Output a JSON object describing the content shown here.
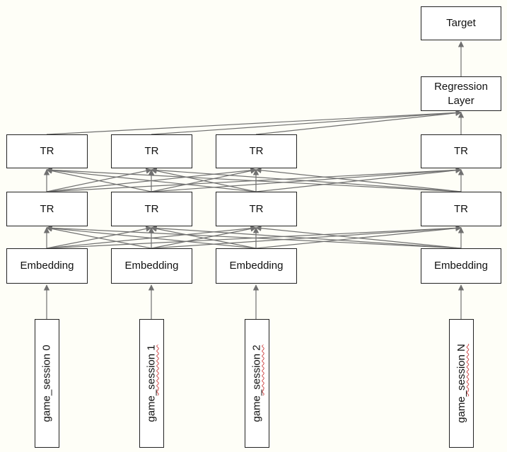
{
  "target": {
    "label": "Target"
  },
  "regression": {
    "label": "Regression\nLayer"
  },
  "tr_upper": {
    "labels": [
      "TR",
      "TR",
      "TR",
      "TR"
    ]
  },
  "tr_lower": {
    "labels": [
      "TR",
      "TR",
      "TR",
      "TR"
    ]
  },
  "embedding": {
    "labels": [
      "Embedding",
      "Embedding",
      "Embedding",
      "Embedding"
    ]
  },
  "inputs": [
    {
      "prefix": "game",
      "underscore": "_",
      "suffix": "session 0"
    },
    {
      "prefix": "game",
      "underscore": "_",
      "suffix": "session 1"
    },
    {
      "prefix": "game",
      "underscore": "_",
      "suffix": "session 2"
    },
    {
      "prefix": "game",
      "underscore": "_",
      "suffix": "session N"
    }
  ],
  "colors": {
    "edge": "#707070",
    "box_border": "#222222",
    "background": "#fefef7"
  }
}
